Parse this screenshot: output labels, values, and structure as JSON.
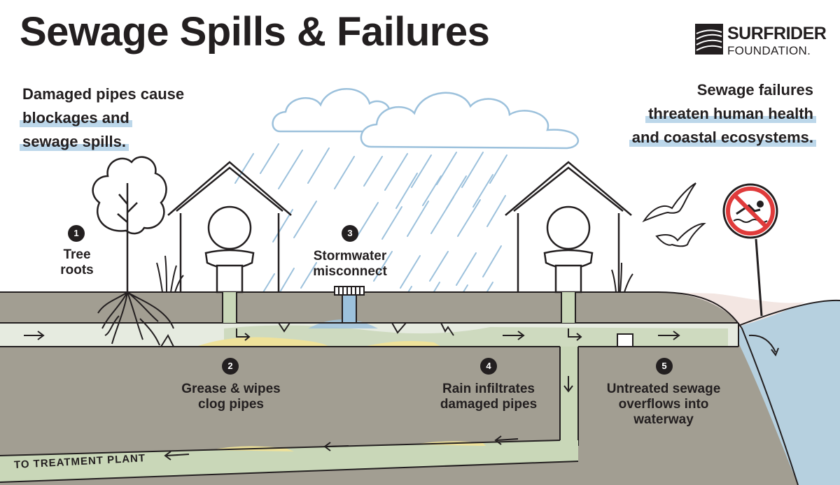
{
  "title": "Sewage Spills & Failures",
  "logo": {
    "line1": "SURFRIDER",
    "line2": "FOUNDATION."
  },
  "left_caption": [
    "Damaged pipes cause",
    "blockages and",
    "sewage spills."
  ],
  "right_caption": [
    "Sewage failures",
    "threaten human health",
    "and coastal ecosystems."
  ],
  "steps": [
    {
      "number": "1",
      "label": [
        "Tree",
        "roots"
      ]
    },
    {
      "number": "2",
      "label": [
        "Grease & wipes",
        "clog pipes"
      ]
    },
    {
      "number": "3",
      "label": [
        "Stormwater",
        "misconnect"
      ]
    },
    {
      "number": "4",
      "label": [
        "Rain infiltrates",
        "damaged pipes"
      ]
    },
    {
      "number": "5",
      "label": [
        "Untreated sewage",
        "overflows into",
        "waterway"
      ]
    }
  ],
  "treatment_label": "TO TREATMENT PLANT",
  "icons": [
    "tree-icon",
    "house-icon",
    "toilet-icon",
    "cloud-icon",
    "storm-drain-icon",
    "seagull-icon",
    "no-swimming-sign-icon",
    "flow-arrow-icon"
  ],
  "colors": {
    "ground": "#a29e92",
    "pipe_fill": "#e6ebe0",
    "sewage": "#c9d7b8",
    "grease": "#efe29a",
    "rain": "#9cc1dc",
    "water": "#b6d0df",
    "sand": "#f3e6e2",
    "highlight": "#bcd7ea",
    "ink": "#231f20"
  }
}
